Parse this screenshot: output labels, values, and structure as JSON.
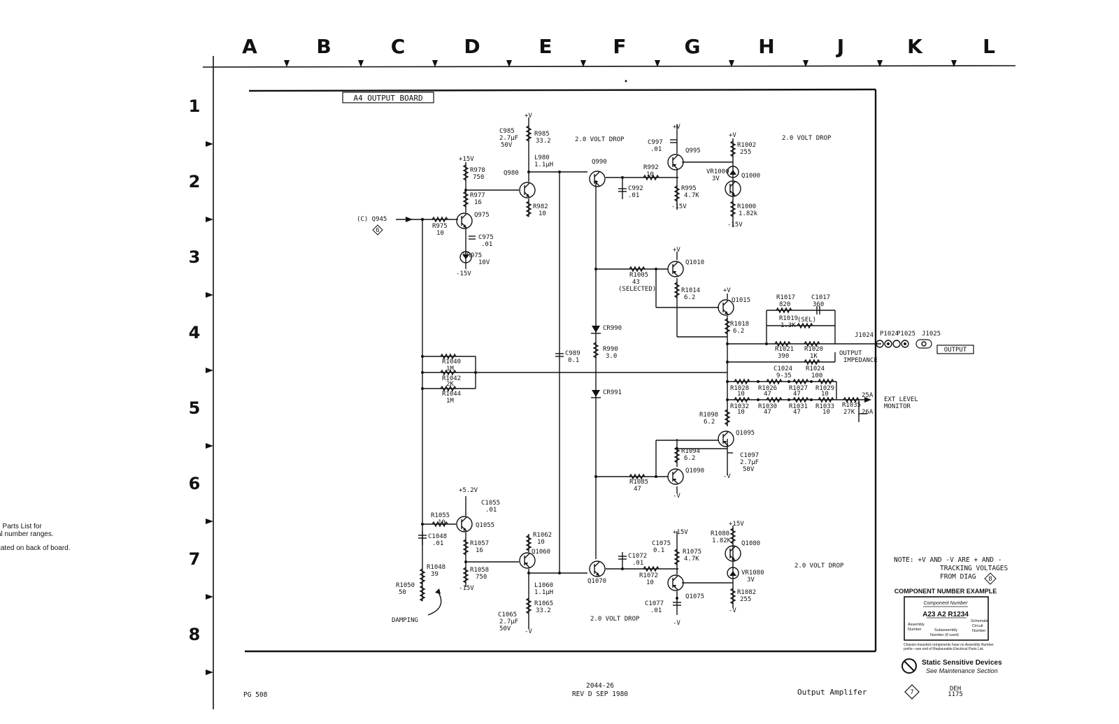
{
  "grid": {
    "columns": [
      "A",
      "B",
      "C",
      "D",
      "E",
      "F",
      "G",
      "H",
      "J",
      "K",
      "L"
    ],
    "rows": [
      "1",
      "2",
      "3",
      "4",
      "5",
      "6",
      "7",
      "8"
    ]
  },
  "board_title": "A4 OUTPUT BOARD",
  "side_notes": [
    ": Parts List for",
    "al number ranges.",
    "cated on back of board."
  ],
  "components": {
    "q945_ref": "(C) Q945",
    "q945_diag": "6",
    "r975": [
      "R975",
      "10"
    ],
    "q975": "Q975",
    "c975": [
      "C975",
      ".01"
    ],
    "vr975": [
      "VR975",
      "10V"
    ],
    "neg15_a": "-15V",
    "plus15_a": "+15V",
    "r978": [
      "R978",
      "750"
    ],
    "r977": [
      "R977",
      "16"
    ],
    "q980": "Q980",
    "r982": [
      "R982",
      "10"
    ],
    "plusv_a": "+V",
    "c985": [
      "C985",
      "2.7µF",
      "50V"
    ],
    "r985": [
      "R985",
      "33.2"
    ],
    "drop_a": "2.0 VOLT DROP",
    "l980": [
      "L980",
      "1.1µH"
    ],
    "q990": "Q990",
    "c992": [
      "C992",
      ".01"
    ],
    "r992": [
      "R992",
      "10"
    ],
    "c997": [
      "C997",
      ".01"
    ],
    "plusv_b": "+V",
    "q995": "Q995",
    "r995": [
      "R995",
      "4.7K"
    ],
    "neg15_b": "-15V",
    "plusv_c": "+V",
    "r1002": [
      "R1002",
      "255"
    ],
    "drop_b": "2.0 VOLT DROP",
    "vr1000": [
      "VR1000",
      "3V"
    ],
    "q1000": "Q1000",
    "r1000": [
      "R1000",
      "1.82k"
    ],
    "neg15_c": "-15V",
    "plusv_d": "+V",
    "q1010": "Q1010",
    "r1005": [
      "R1005",
      "43",
      "(SELECTED)"
    ],
    "r1014": [
      "R1014",
      "6.2"
    ],
    "plusv_e": "+V",
    "q1015": "Q1015",
    "r1018": [
      "R1018",
      "6.2"
    ],
    "cr990": "CR990",
    "r990": [
      "R990",
      "3.0"
    ],
    "cr991": "CR991",
    "c989": [
      "C989",
      "0.1"
    ],
    "r1040": [
      "R1040",
      "1M"
    ],
    "r1042": [
      "R1042",
      "2K"
    ],
    "r1044": [
      "R1044",
      "1M"
    ],
    "r1017": [
      "R1017",
      "820"
    ],
    "c1017": [
      "C1017",
      "360"
    ],
    "r1019": [
      "R1019",
      "1.3K",
      "(SEL)"
    ],
    "r1021": [
      "R1021",
      "390"
    ],
    "r1020": [
      "R1020",
      "1K"
    ],
    "out_imp": [
      "OUTPUT",
      "IMPEDANCE"
    ],
    "c1024": [
      "C1024",
      "9-35"
    ],
    "r1024": [
      "R1024",
      "100"
    ],
    "j1024": "J1024",
    "p1024": "P1024",
    "p1025": "P1025",
    "j1025": "J1025",
    "output_box": "OUTPUT",
    "r1028": [
      "R1028",
      "10"
    ],
    "r1026": [
      "R1026",
      "47"
    ],
    "r1027": [
      "R1027",
      "47"
    ],
    "r1029": [
      "R1029",
      "10"
    ],
    "r1032": [
      "R1032",
      "10"
    ],
    "r1030": [
      "R1030",
      "47"
    ],
    "r1031": [
      "R1031",
      "47"
    ],
    "r1033": [
      "R1033",
      "10"
    ],
    "r1035": [
      "R1035",
      "27K"
    ],
    "pin25a": "25A",
    "pin26a": "26A",
    "ext_level": [
      "EXT LEVEL",
      "MONITOR"
    ],
    "r1098": [
      "R1098",
      "6.2"
    ],
    "q1095": "Q1095",
    "r1094": [
      "R1094",
      "6.2"
    ],
    "c1097": [
      "C1097",
      "2.7µF",
      "50V"
    ],
    "negv_a": "-V",
    "q1090": "Q1090",
    "r1085": [
      "R1085",
      "47"
    ],
    "negv_b": "-V",
    "plus52": "+5.2V",
    "c1055": [
      "C1055",
      ".01"
    ],
    "r1055": [
      "R1055",
      "10"
    ],
    "q1055": "Q1055",
    "c1048": [
      "C1048",
      ".01"
    ],
    "r1057": [
      "R1057",
      "16"
    ],
    "r1058": [
      "R1058",
      "750"
    ],
    "neg15_d": "-15V",
    "r1048": [
      "R1048",
      "39"
    ],
    "r1050": [
      "R1050",
      "50"
    ],
    "damping": "DAMPING",
    "r1062": [
      "R1062",
      "10"
    ],
    "q1060": "Q1060",
    "l1060": [
      "L1060",
      "1.1µH"
    ],
    "c1065": [
      "C1065",
      "2.7µF",
      "50V"
    ],
    "r1065": [
      "R1065",
      "33.2"
    ],
    "drop_c": "2.0 VOLT DROP",
    "negv_c": "-V",
    "q1070": "Q1070",
    "c1072": [
      "C1072",
      ".01"
    ],
    "r1072": [
      "R1072",
      "10"
    ],
    "plus15_b": "+15V",
    "c1075": [
      "C1075",
      "0.1"
    ],
    "r1075": [
      "R1075",
      "4.7K"
    ],
    "q1075": "Q1075",
    "c1077": [
      "C1077",
      ".01"
    ],
    "negv_d": "-V",
    "plus15_c": "+15V",
    "r1080": [
      "R1080",
      "1.82K"
    ],
    "q1080": "Q1080",
    "vr1080": [
      "VR1080",
      "3V"
    ],
    "drop_d": "2.0 VOLT DROP",
    "r1082": [
      "R1082",
      "255"
    ],
    "negv_e": "-V"
  },
  "note": [
    "NOTE: +V AND -V ARE + AND -",
    "TRACKING VOLTAGES",
    "FROM DIAG",
    "8"
  ],
  "component_example": {
    "title": "COMPONENT NUMBER EXAMPLE",
    "header": "Component Number",
    "number": "A23 A2 R1234",
    "assembly": [
      "Assembly",
      "Number"
    ],
    "subassembly": [
      "Subassembly",
      "Number (if used)"
    ],
    "schematic": [
      "Schematic",
      "Circuit",
      "Number"
    ],
    "chassis_note": [
      "Chassis-mounted components have no Assembly Number",
      "prefix—see end of Replaceable Electrical Parts List."
    ]
  },
  "static": {
    "title": "Static Sensitive Devices",
    "subtitle": "See Maintenance Section"
  },
  "footer": {
    "model": "PG 508",
    "drawing_no": "2044-26",
    "rev": "REV D SEP 1980",
    "title": "Output Amplifer",
    "diag_no": "7",
    "initials": "DEH",
    "date": "1175"
  }
}
